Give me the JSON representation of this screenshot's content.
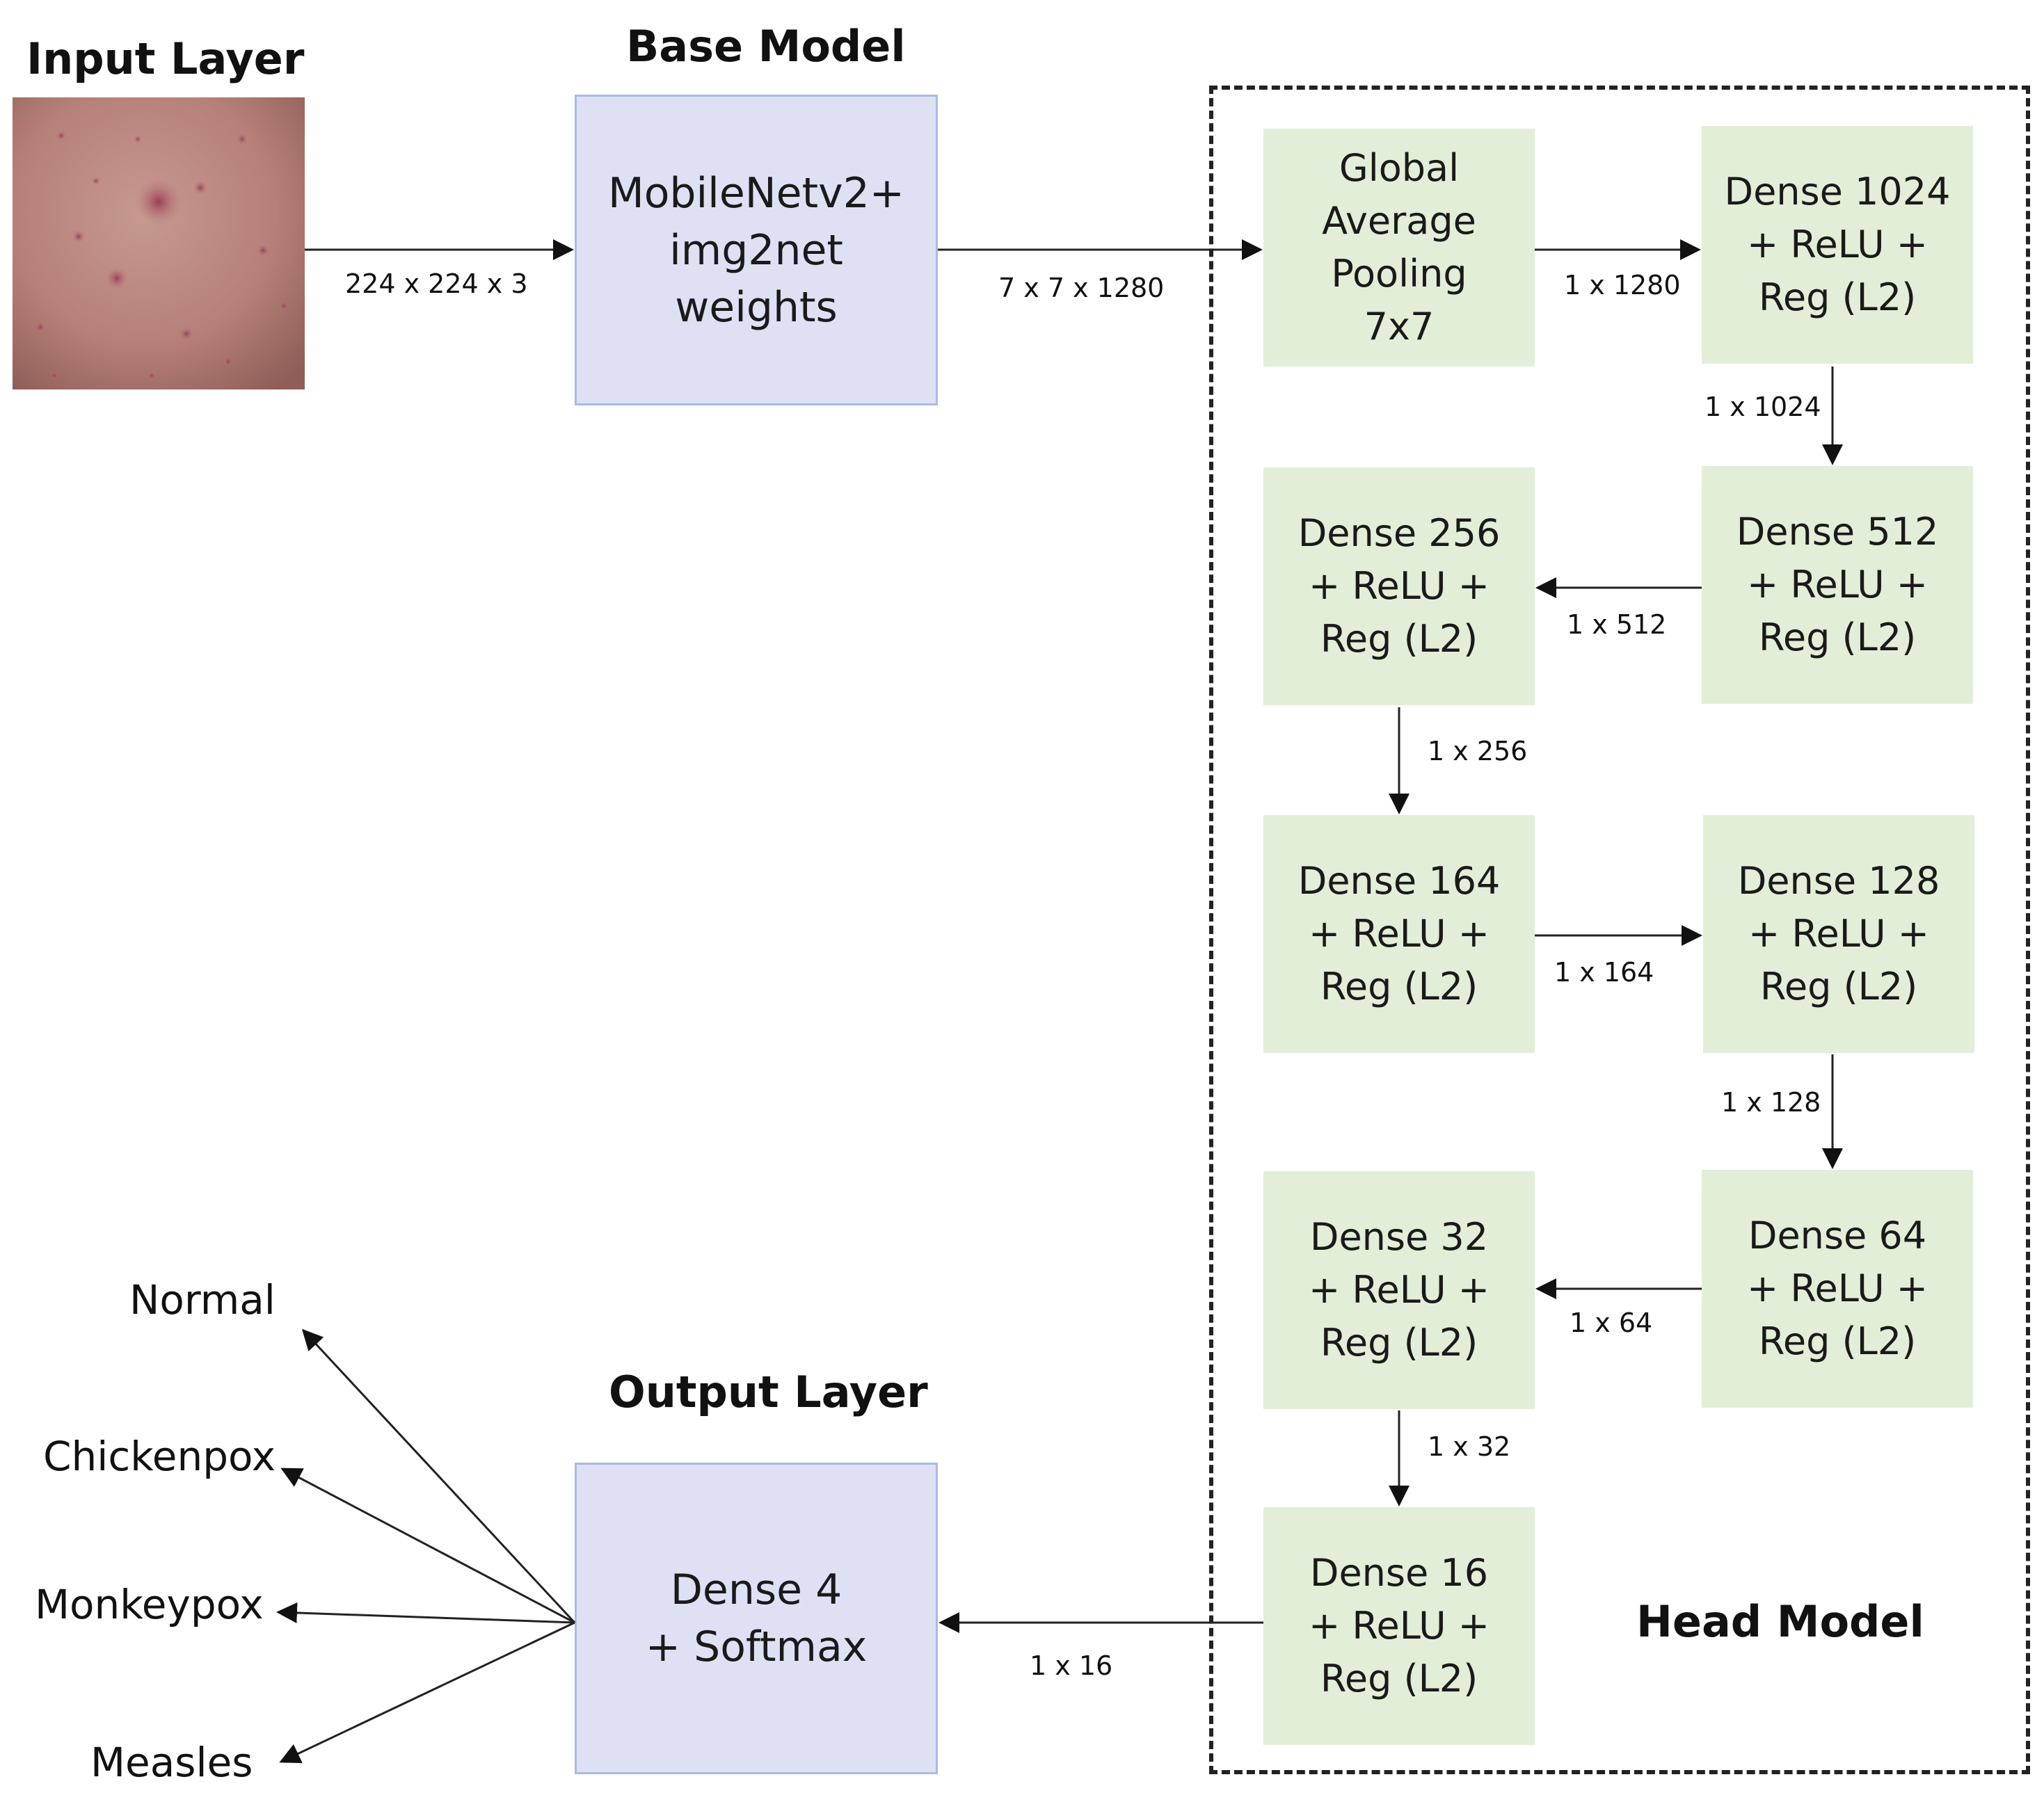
{
  "titles": {
    "input": "Input Layer",
    "base": "Base Model",
    "output": "Output Layer",
    "head": "Head Model"
  },
  "boxes": {
    "base": "MobileNetv2+\nimg2net\nweights",
    "gap": "Global\nAverage\nPooling\n7x7",
    "dense1024": "Dense 1024\n+ ReLU +\nReg (L2)",
    "dense512": "Dense 512\n+ ReLU +\nReg (L2)",
    "dense256": "Dense 256\n+ ReLU +\nReg (L2)",
    "dense164": "Dense 164\n+ ReLU +\nReg (L2)",
    "dense128": "Dense 128\n+ ReLU +\nReg (L2)",
    "dense64": "Dense 64\n+ ReLU +\nReg (L2)",
    "dense32": "Dense 32\n+ ReLU +\nReg (L2)",
    "dense16": "Dense 16\n+ ReLU +\nReg (L2)",
    "output": "Dense 4\n+ Softmax"
  },
  "edges": {
    "input_to_base": "224 x 224 x 3",
    "base_to_gap": "7 x 7 x 1280",
    "gap_to_1024": "1 x 1280",
    "d1024_to_512": "1 x 1024",
    "d512_to_256": "1 x 512",
    "d256_to_164": "1 x 256",
    "d164_to_128": "1 x 164",
    "d128_to_64": "1 x 128",
    "d64_to_32": "1 x 64",
    "d32_to_16": "1 x 32",
    "d16_to_output": "1 x 16"
  },
  "classes": [
    "Normal",
    "Chickenpox",
    "Monkeypox",
    "Measles"
  ],
  "colors": {
    "base_fill": "#dde1f3",
    "base_border": "#a9bbe6",
    "head_fill": "#e2eed8",
    "skin": "#b58078",
    "lesion": "#a1475a"
  }
}
